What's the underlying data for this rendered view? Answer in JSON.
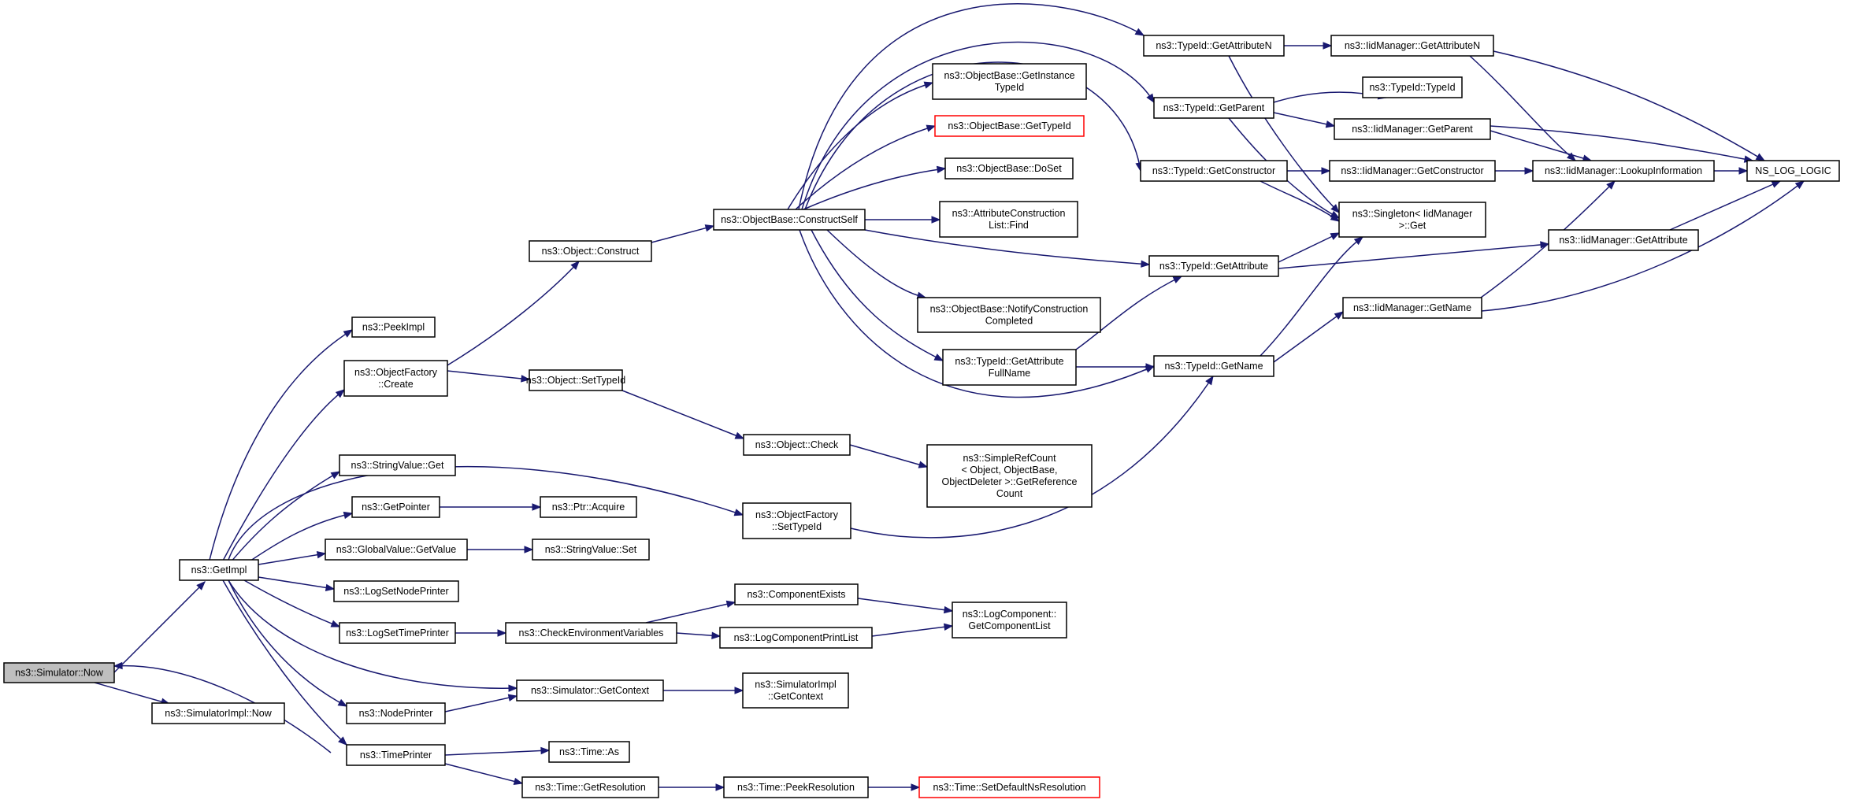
{
  "nodes": {
    "now": {
      "lines": [
        "ns3::Simulator::Now"
      ],
      "kind": "root"
    },
    "getimpl": {
      "lines": [
        "ns3::GetImpl"
      ]
    },
    "simimplnow": {
      "lines": [
        "ns3::SimulatorImpl::Now"
      ]
    },
    "peekimpl": {
      "lines": [
        "ns3::PeekImpl"
      ]
    },
    "ofcreate": {
      "lines": [
        "ns3::ObjectFactory",
        "::Create"
      ]
    },
    "svget": {
      "lines": [
        "ns3::StringValue::Get"
      ]
    },
    "getpointer": {
      "lines": [
        "ns3::GetPointer"
      ]
    },
    "gvgetvalue": {
      "lines": [
        "ns3::GlobalValue::GetValue"
      ]
    },
    "lsnp": {
      "lines": [
        "ns3::LogSetNodePrinter"
      ]
    },
    "lstp": {
      "lines": [
        "ns3::LogSetTimePrinter"
      ]
    },
    "nodeprinter": {
      "lines": [
        "ns3::NodePrinter"
      ]
    },
    "timeprinter": {
      "lines": [
        "ns3::TimePrinter"
      ]
    },
    "objconstruct": {
      "lines": [
        "ns3::Object::Construct"
      ]
    },
    "objsettypeid": {
      "lines": [
        "ns3::Object::SetTypeId"
      ]
    },
    "ptracquire": {
      "lines": [
        "ns3::Ptr::Acquire"
      ]
    },
    "svset": {
      "lines": [
        "ns3::StringValue::Set"
      ]
    },
    "checkenv": {
      "lines": [
        "ns3::CheckEnvironmentVariables"
      ]
    },
    "simgetctx": {
      "lines": [
        "ns3::Simulator::GetContext"
      ]
    },
    "timeas": {
      "lines": [
        "ns3::Time::As"
      ]
    },
    "timegetres": {
      "lines": [
        "ns3::Time::GetResolution"
      ]
    },
    "obconstructself": {
      "lines": [
        "ns3::ObjectBase::ConstructSelf"
      ]
    },
    "objcheck": {
      "lines": [
        "ns3::Object::Check"
      ]
    },
    "ofsettypeid": {
      "lines": [
        "ns3::ObjectFactory",
        "::SetTypeId"
      ]
    },
    "compexists": {
      "lines": [
        "ns3::ComponentExists"
      ]
    },
    "lcprintlist": {
      "lines": [
        "ns3::LogComponentPrintList"
      ]
    },
    "simimplgetctx": {
      "lines": [
        "ns3::SimulatorImpl",
        "::GetContext"
      ]
    },
    "timepeekres": {
      "lines": [
        "ns3::Time::PeekResolution"
      ]
    },
    "obgetinst": {
      "lines": [
        "ns3::ObjectBase::GetInstance",
        "TypeId"
      ]
    },
    "obgettypeid": {
      "lines": [
        "ns3::ObjectBase::GetTypeId"
      ],
      "kind": "red"
    },
    "obdoset": {
      "lines": [
        "ns3::ObjectBase::DoSet"
      ]
    },
    "aclfind": {
      "lines": [
        "ns3::AttributeConstruction",
        "List::Find"
      ]
    },
    "obnotify": {
      "lines": [
        "ns3::ObjectBase::NotifyConstruction",
        "Completed"
      ]
    },
    "tidgafn": {
      "lines": [
        "ns3::TypeId::GetAttribute",
        "FullName"
      ]
    },
    "srcgetref": {
      "lines": [
        "ns3::SimpleRefCount",
        "< Object, ObjectBase,",
        "ObjectDeleter >::GetReference",
        "Count"
      ]
    },
    "lcgetlist": {
      "lines": [
        "ns3::LogComponent::",
        "GetComponentList"
      ]
    },
    "timesetdef": {
      "lines": [
        "ns3::Time::SetDefaultNsResolution"
      ],
      "kind": "red"
    },
    "tidgetattrn": {
      "lines": [
        "ns3::TypeId::GetAttributeN"
      ]
    },
    "tidgetparent": {
      "lines": [
        "ns3::TypeId::GetParent"
      ]
    },
    "tidgetctor": {
      "lines": [
        "ns3::TypeId::GetConstructor"
      ]
    },
    "tidgetattr": {
      "lines": [
        "ns3::TypeId::GetAttribute"
      ]
    },
    "tidgetname": {
      "lines": [
        "ns3::TypeId::GetName"
      ]
    },
    "iidgetattrn": {
      "lines": [
        "ns3::IidManager::GetAttributeN"
      ]
    },
    "tidtypeid": {
      "lines": [
        "ns3::TypeId::TypeId"
      ]
    },
    "iidgetparent": {
      "lines": [
        "ns3::IidManager::GetParent"
      ]
    },
    "iidgetctor": {
      "lines": [
        "ns3::IidManager::GetConstructor"
      ]
    },
    "singleton": {
      "lines": [
        "ns3::Singleton< IidManager",
        ">::Get"
      ]
    },
    "iidgetname": {
      "lines": [
        "ns3::IidManager::GetName"
      ]
    },
    "iidlookup": {
      "lines": [
        "ns3::IidManager::LookupInformation"
      ]
    },
    "iidgetattr": {
      "lines": [
        "ns3::IidManager::GetAttribute"
      ]
    },
    "nslog": {
      "lines": [
        "NS_LOG_LOGIC"
      ]
    }
  }
}
